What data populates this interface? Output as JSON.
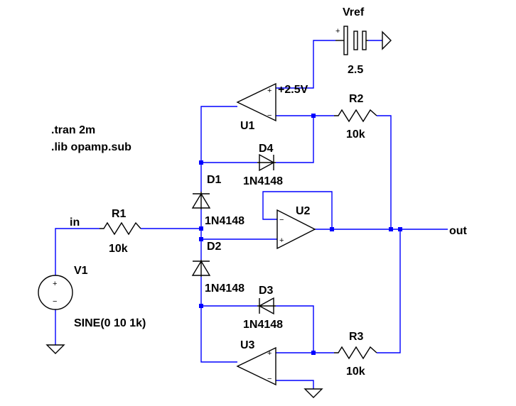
{
  "colors": {
    "wire": "#0000ff",
    "component": "#000000",
    "background": "#ffffff"
  },
  "directives": {
    "tran": ".tran 2m",
    "lib": ".lib opamp.sub"
  },
  "nets": {
    "in": "in",
    "out": "out",
    "plus25": "+2.5V"
  },
  "vref": {
    "name": "Vref",
    "value": "2.5",
    "plus": "+"
  },
  "v1": {
    "name": "V1",
    "value": "SINE(0 10 1k)",
    "plus": "+",
    "minus": "−"
  },
  "resistors": {
    "r1": {
      "name": "R1",
      "value": "10k"
    },
    "r2": {
      "name": "R2",
      "value": "10k"
    },
    "r3": {
      "name": "R3",
      "value": "10k"
    }
  },
  "diodes": {
    "d1": {
      "name": "D1",
      "model": "1N4148"
    },
    "d2": {
      "name": "D2",
      "model": "1N4148"
    },
    "d3": {
      "name": "D3",
      "model": "1N4148"
    },
    "d4": {
      "name": "D4",
      "model": "1N4148"
    }
  },
  "opamps": {
    "u1": {
      "name": "U1"
    },
    "u2": {
      "name": "U2"
    },
    "u3": {
      "name": "U3"
    },
    "pin_plus": "+",
    "pin_minus": "−"
  }
}
